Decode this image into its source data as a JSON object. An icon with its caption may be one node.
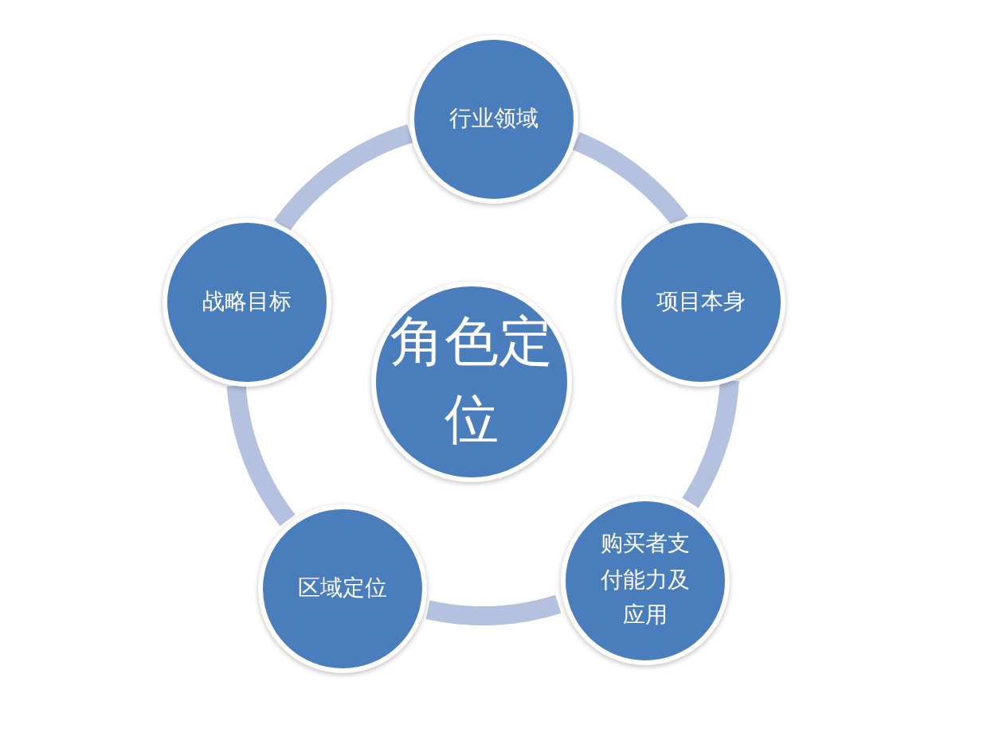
{
  "diagram": {
    "nodes": [
      {
        "text": [
          "角色定位"
        ]
      },
      {
        "text": [
          "行业领域"
        ]
      },
      {
        "text": [
          "项目本身"
        ]
      },
      {
        "text": [
          "购买者支付能力及应用"
        ]
      },
      {
        "text": [
          "区域定位"
        ]
      },
      {
        "text": [
          "战略目标"
        ]
      }
    ],
    "edges": [
      {
        "from": 1,
        "to": 2,
        "arrow": "none"
      },
      {
        "from": 2,
        "to": 3,
        "arrow": "none"
      },
      {
        "from": 3,
        "to": 4,
        "arrow": "none"
      },
      {
        "from": 4,
        "to": 5,
        "arrow": "none"
      },
      {
        "from": 5,
        "to": 1,
        "arrow": "none"
      }
    ]
  }
}
